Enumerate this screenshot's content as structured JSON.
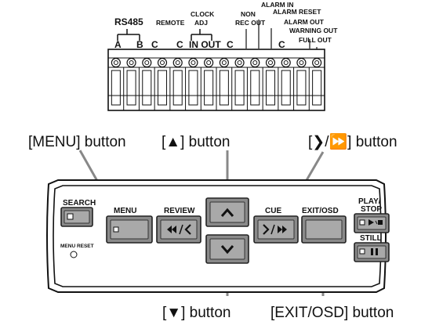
{
  "terminal_block": {
    "top_labels": {
      "rs485": "RS485",
      "clock_adj": "CLOCK ADJ",
      "clock": "CLOCK",
      "adj": "ADJ",
      "remote": "REMOTE",
      "non_rec_out": "NON REC OUT",
      "non": "NON",
      "rec_out": "REC OUT",
      "alarm_in": "ALARM IN",
      "alarm_reset": "ALARM RESET",
      "alarm_out": "ALARM OUT",
      "warning_out": "WARNING OUT",
      "full_out": "FULL OUT"
    },
    "pin_labels": {
      "a": "A",
      "b": "B",
      "c1": "C",
      "c2": "C",
      "in_out": "IN OUT",
      "c3": "C",
      "c4": "C"
    },
    "terminal_count": 14
  },
  "callouts": {
    "menu": "[MENU] button",
    "up": "[▲] button",
    "cue": "[❯/⏩] button",
    "down": "[▼] button",
    "exit_osd": "[EXIT/OSD] button"
  },
  "panel": {
    "search": "SEARCH",
    "menu": "MENU",
    "review": "REVIEW",
    "cue": "CUE",
    "exit_osd": "EXIT/OSD",
    "play_stop_1": "PLAY/",
    "play_stop_2": "STOP",
    "still": "STILL",
    "menu_reset": "MENU RESET"
  },
  "icons": [
    "square-icon",
    "rewind-review-icon",
    "up-arrow-icon",
    "down-arrow-icon",
    "cue-forward-icon",
    "play-stop-icon",
    "pause-icon"
  ]
}
